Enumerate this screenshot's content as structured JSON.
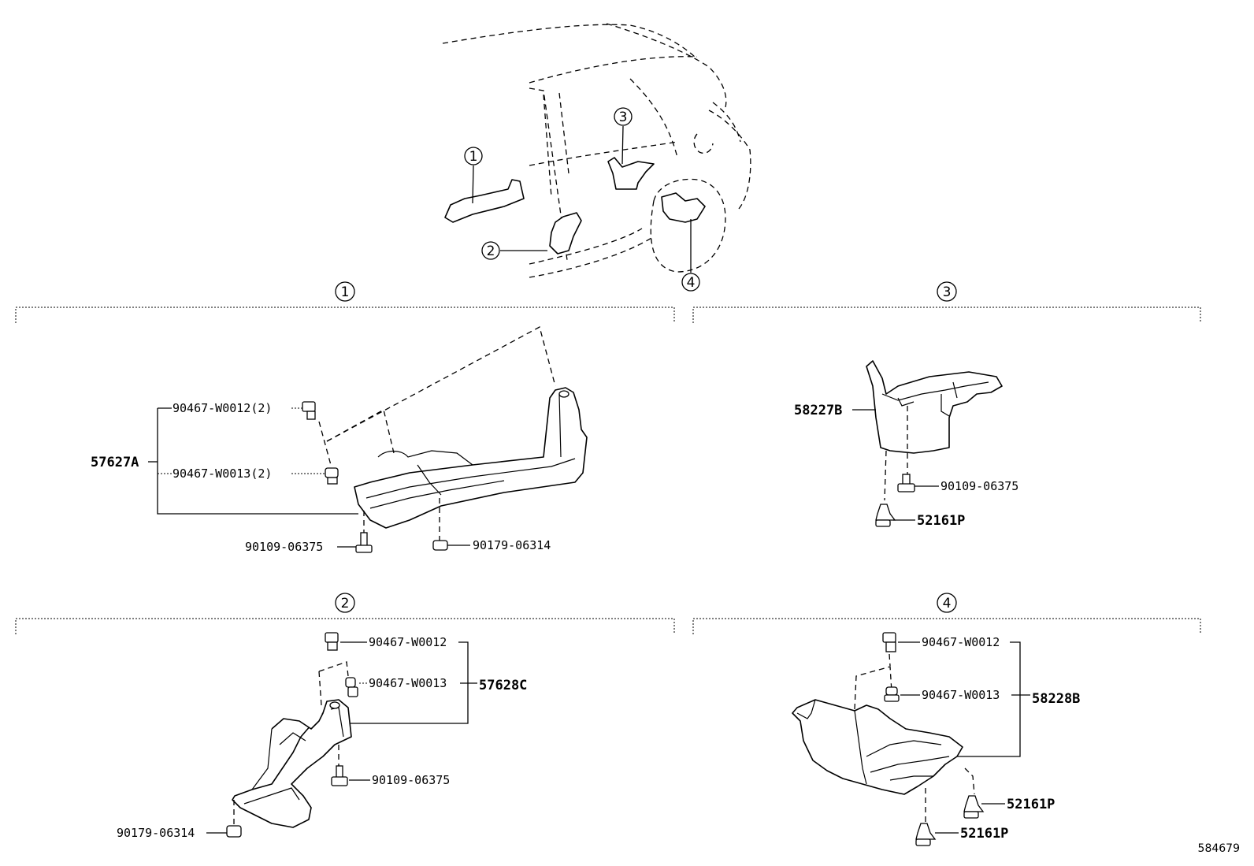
{
  "figure_id": "584679",
  "callouts": {
    "c1": "1",
    "c2": "2",
    "c3": "3",
    "c4": "4"
  },
  "section1": {
    "assembly": "57627A",
    "clip_a": "90467-W0012(2)",
    "clip_b": "90467-W0013(2)",
    "bolt": "90109-06375",
    "nut": "90179-06314"
  },
  "section2": {
    "assembly": "57628C",
    "clip_a": "90467-W0012",
    "clip_b": "90467-W0013",
    "bolt": "90109-06375",
    "nut": "90179-06314"
  },
  "section3": {
    "assembly": "58227B",
    "bolt": "90109-06375",
    "clip": "52161P"
  },
  "section4": {
    "assembly": "58228B",
    "clip_a": "90467-W0012",
    "clip_b": "90467-W0013",
    "clip_c": "52161P",
    "clip_d": "52161P"
  }
}
